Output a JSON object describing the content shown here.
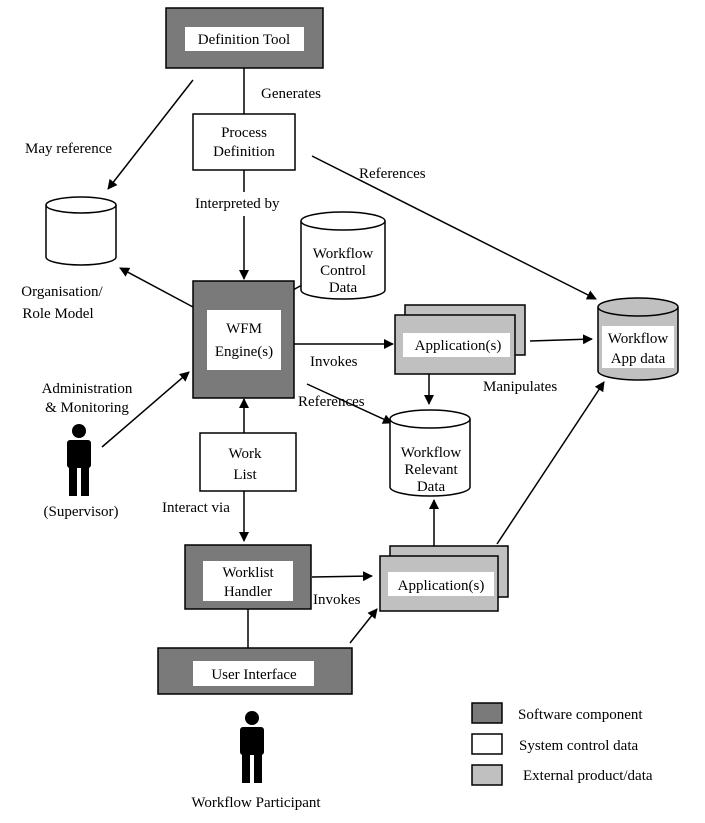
{
  "colors": {
    "software": "#7a7a7a",
    "system": "#ffffff",
    "external": "#c0c0c0",
    "stroke": "#000000"
  },
  "components": {
    "definition_tool": "Definition Tool",
    "wfm_engine": [
      "WFM",
      "Engine(s)"
    ],
    "worklist_handler": [
      "Worklist",
      "Handler"
    ],
    "user_interface": "User Interface"
  },
  "control_data": {
    "process_definition": [
      "Process",
      "Definition"
    ],
    "work_list": [
      "Work",
      "List"
    ]
  },
  "stores": {
    "org_model": [
      "Organisation/",
      "Role Model"
    ],
    "workflow_control": [
      "Workflow",
      "Control",
      "Data"
    ],
    "workflow_relevant": [
      "Workflow",
      "Relevant",
      "Data"
    ],
    "workflow_app": [
      "Workflow",
      "App data"
    ]
  },
  "applications": {
    "top": "Application(s)",
    "bottom": "Application(s)"
  },
  "actors": {
    "supervisor": "(Supervisor)",
    "participant": "Workflow Participant"
  },
  "edge_labels": {
    "generates": "Generates",
    "may_reference": "May reference",
    "references_top": "References",
    "interpreted_by": "Interpreted by",
    "admin_monitoring": [
      "Administration",
      "& Monitoring"
    ],
    "invokes_top": "Invokes",
    "references_mid": "References",
    "manipulates": "Manipulates",
    "interact_via": "Interact via",
    "invokes_bottom": "Invokes"
  },
  "legend": {
    "software_component": "Software component",
    "system_control_data": "System control data",
    "external_product_data": "External product/data"
  }
}
